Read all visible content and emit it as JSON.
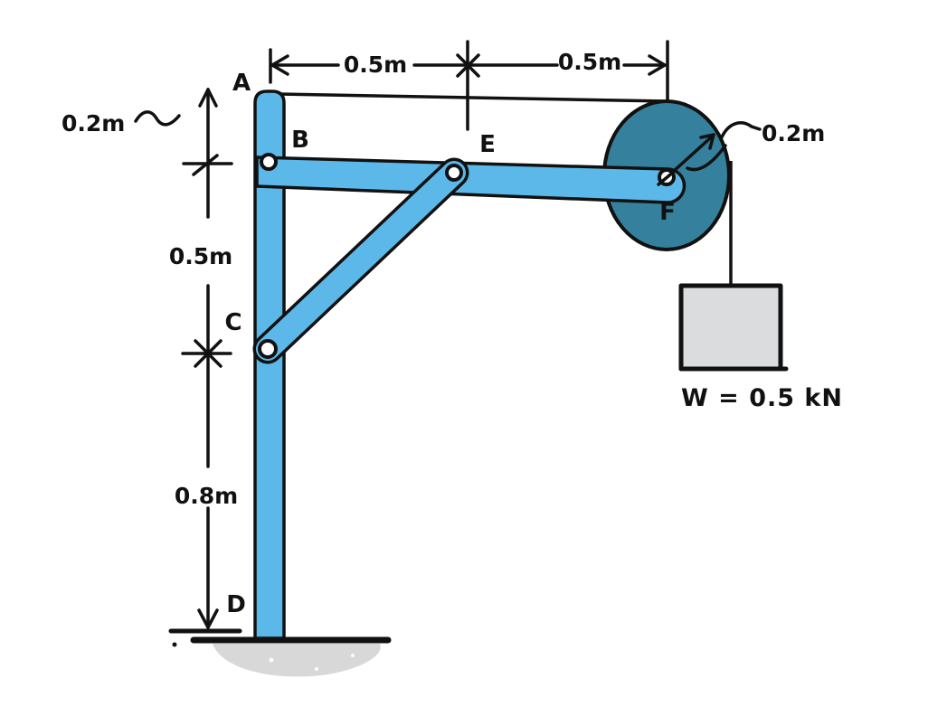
{
  "diagram": {
    "joints": {
      "A": "A",
      "B": "B",
      "C": "C",
      "D": "D",
      "E": "E",
      "F": "F"
    },
    "dims": {
      "top_span_left": "0.5m",
      "top_span_right": "0.5m",
      "left_top": "0.2m",
      "left_mid": "0.5m",
      "left_bottom": "0.8m",
      "pulley_radius": "0.2m"
    },
    "weight_label": "W = 0.5 kN",
    "colors": {
      "member": "#5bb8e8",
      "pulley": "#35809c",
      "weight": "#dbdcdd",
      "ink": "#111111",
      "ground_shadow": "#cbcbcb"
    }
  }
}
